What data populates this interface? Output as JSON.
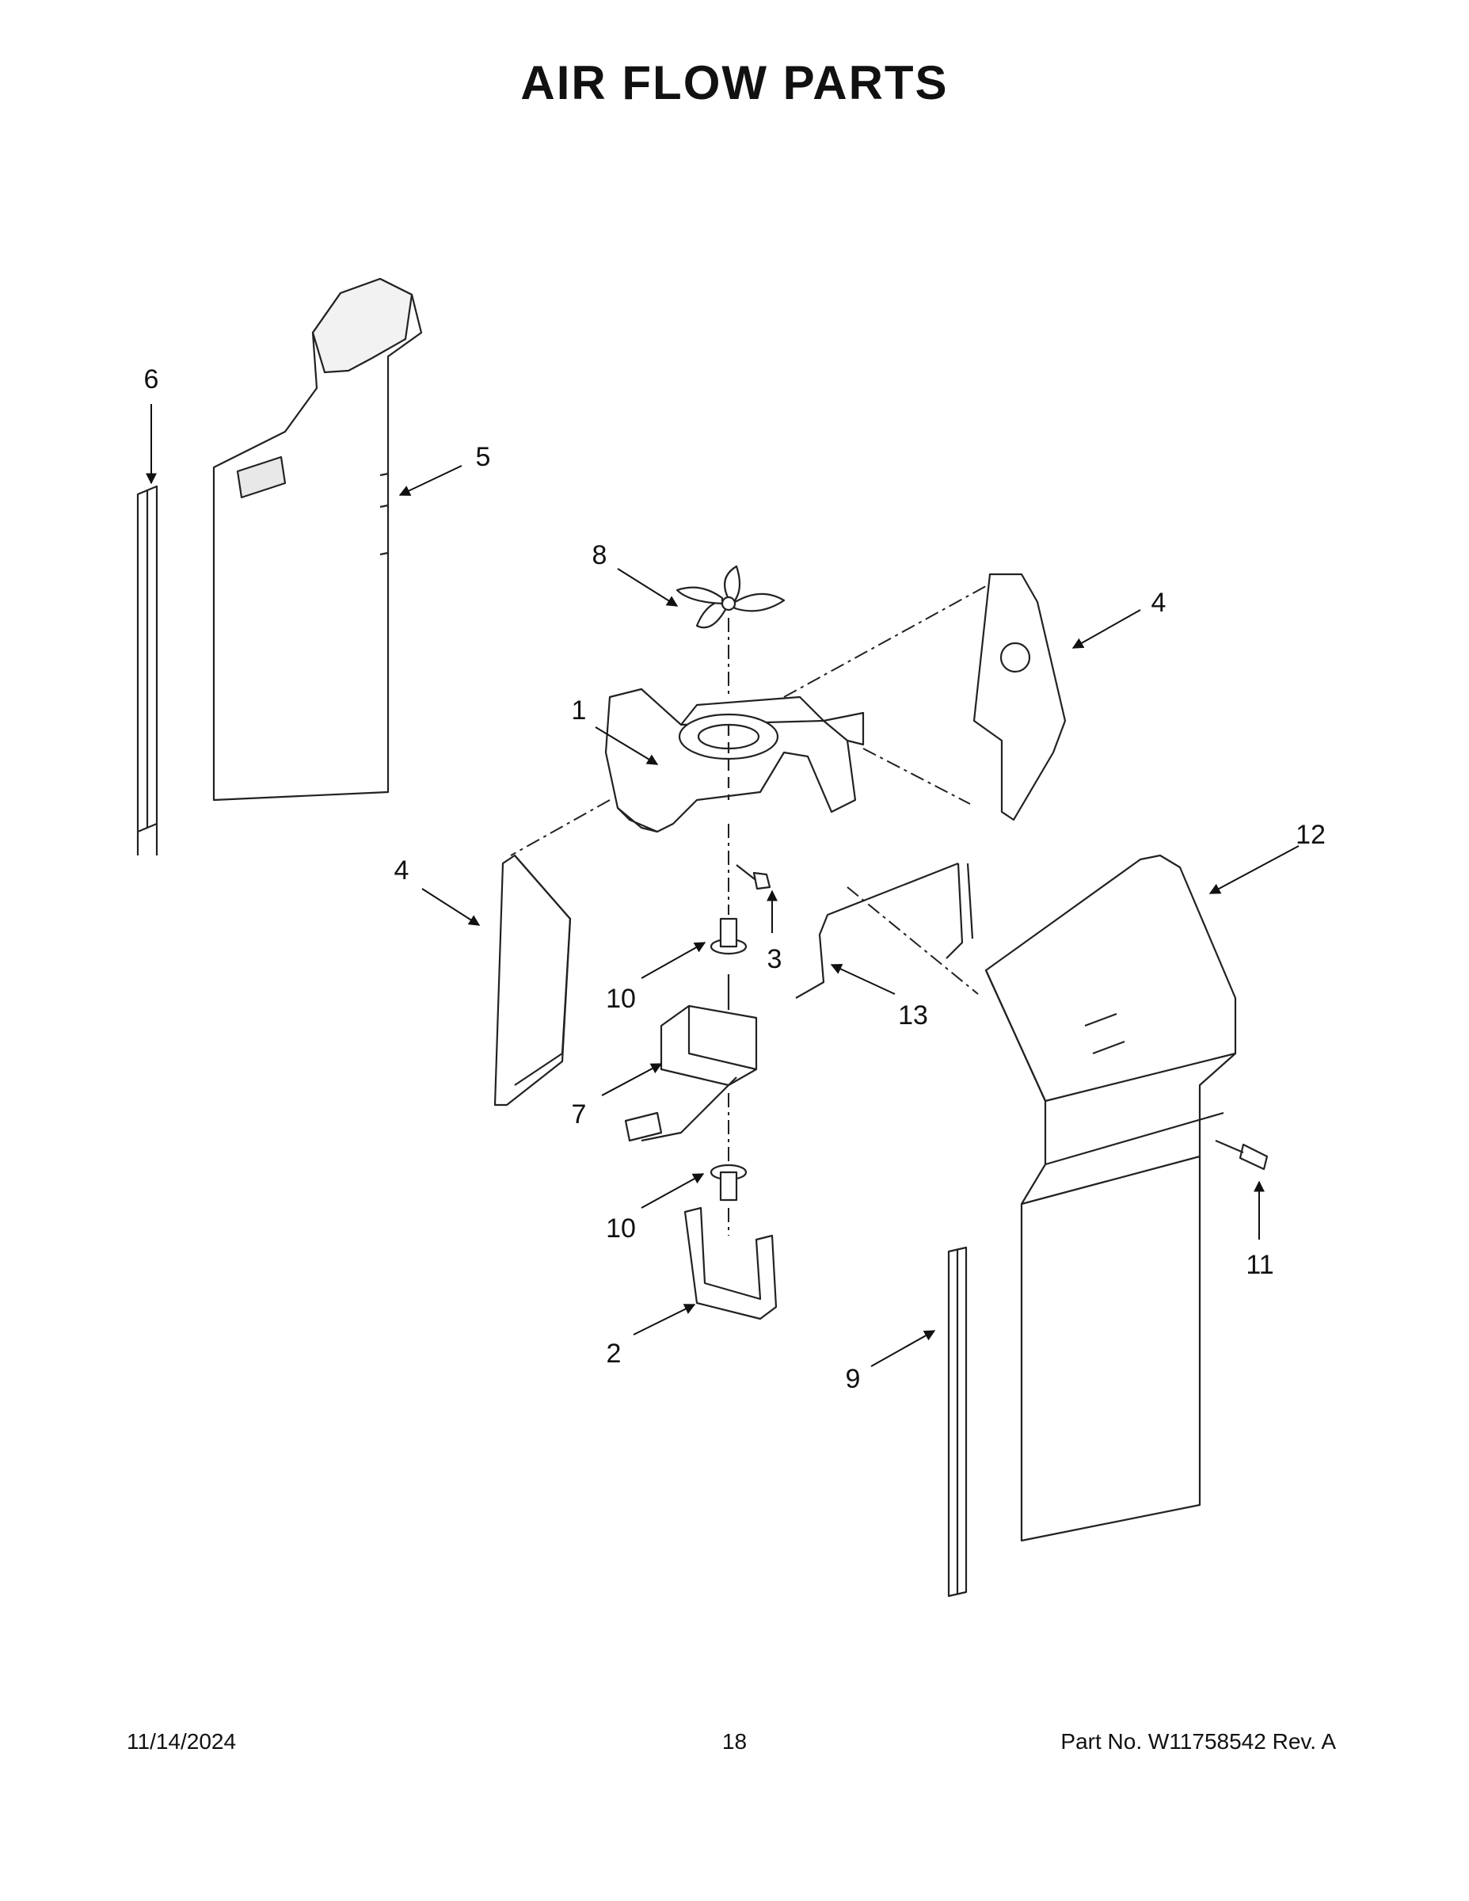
{
  "title": "AIR FLOW PARTS",
  "callouts": [
    "1",
    "2",
    "3",
    "4",
    "4",
    "5",
    "6",
    "7",
    "8",
    "9",
    "10",
    "10",
    "11",
    "12",
    "13"
  ],
  "footer": {
    "date": "11/14/2024",
    "page": "18",
    "part": "Part No.  W11758542  Rev.  A"
  }
}
